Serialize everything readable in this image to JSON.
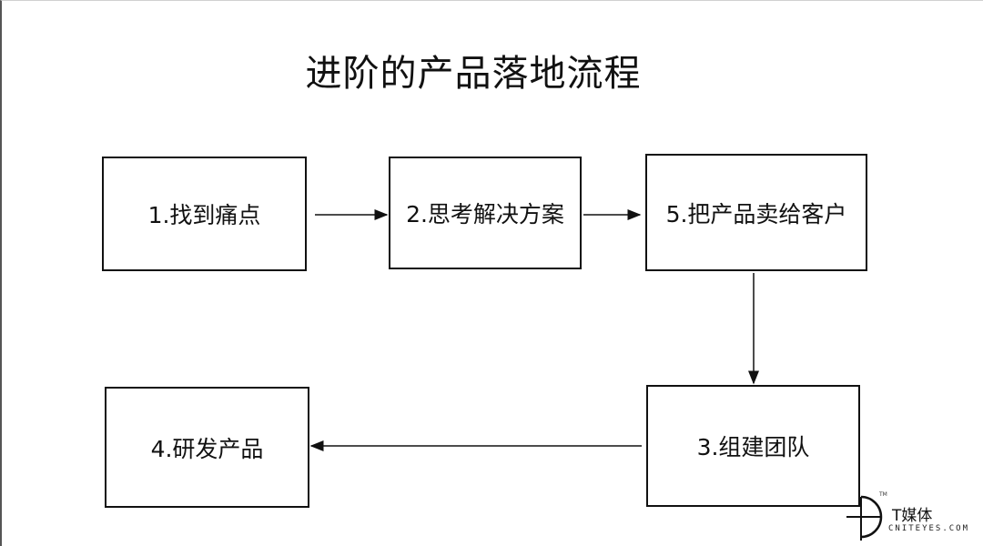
{
  "title": "进阶的产品落地流程",
  "nodes": [
    {
      "id": "n1",
      "label": "1.找到痛点"
    },
    {
      "id": "n2",
      "label": "2.思考解决方案"
    },
    {
      "id": "n5",
      "label": "5.把产品卖给客户"
    },
    {
      "id": "n3",
      "label": "3.组建团队"
    },
    {
      "id": "n4",
      "label": "4.研发产品"
    }
  ],
  "edges": [
    {
      "from": "n1",
      "to": "n2"
    },
    {
      "from": "n2",
      "to": "n5"
    },
    {
      "from": "n5",
      "to": "n3"
    },
    {
      "from": "n3",
      "to": "n4"
    }
  ],
  "watermark": {
    "name": "T媒体",
    "url": "CNITEYES.COM",
    "tm": "TM"
  }
}
